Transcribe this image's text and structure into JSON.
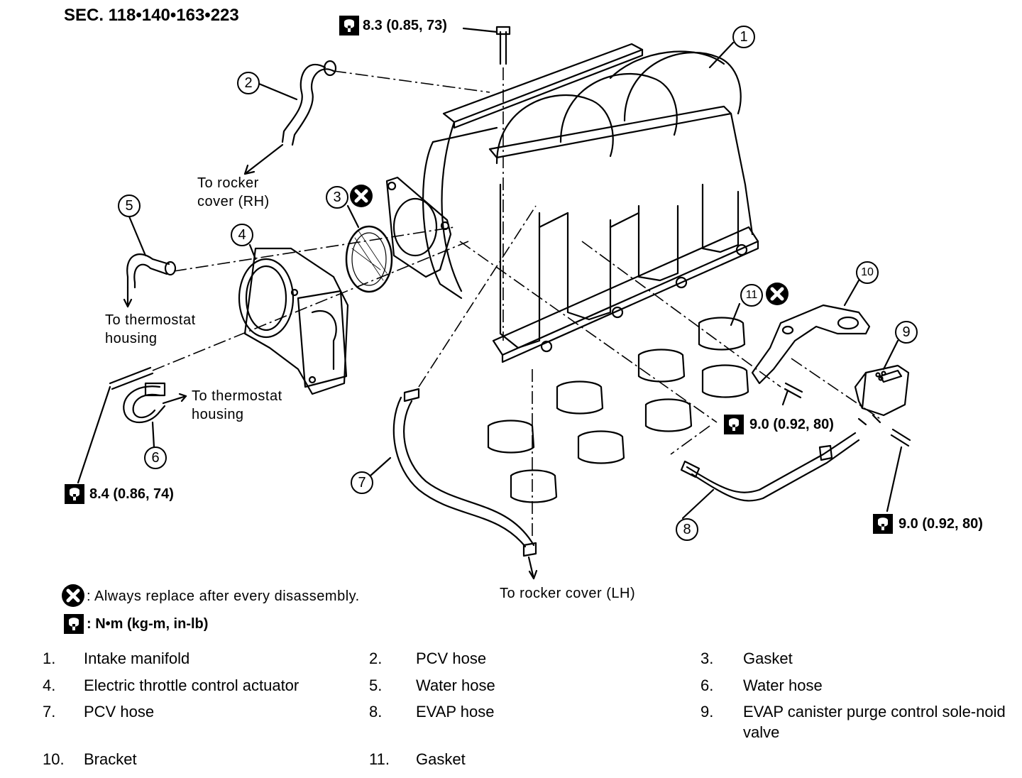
{
  "section_code": "SEC. 118•140•163•223",
  "callouts": {
    "c1": "1",
    "c2": "2",
    "c3": "3",
    "c4": "4",
    "c5": "5",
    "c6": "6",
    "c7": "7",
    "c8": "8",
    "c9": "9",
    "c10": "10",
    "c11": "11"
  },
  "torques": {
    "t_top": "8.3 (0.85, 73)",
    "t_left": "8.4 (0.86, 74)",
    "t_mid": "9.0 (0.92, 80)",
    "t_right": "9.0 (0.92, 80)"
  },
  "notes": {
    "rocker_rh_1": "To rocker",
    "rocker_rh_2": "cover (RH)",
    "thermo_a_1": "To thermostat",
    "thermo_a_2": "housing",
    "thermo_b_1": "To thermostat",
    "thermo_b_2": "housing",
    "rocker_lh": "To rocker cover (LH)"
  },
  "legend": {
    "replace_text": ": Always replace after every disassembly.",
    "torque_text": ": N•m (kg-m, in-lb)"
  },
  "parts": [
    {
      "num": "1.",
      "name": "Intake manifold"
    },
    {
      "num": "2.",
      "name": "PCV hose"
    },
    {
      "num": "3.",
      "name": "Gasket"
    },
    {
      "num": "4.",
      "name": "Electric throttle control actuator"
    },
    {
      "num": "5.",
      "name": "Water hose"
    },
    {
      "num": "6.",
      "name": "Water hose"
    },
    {
      "num": "7.",
      "name": "PCV hose"
    },
    {
      "num": "8.",
      "name": "EVAP hose"
    },
    {
      "num": "9.",
      "name": "EVAP canister purge control sole-noid valve"
    },
    {
      "num": "10.",
      "name": "Bracket"
    },
    {
      "num": "11.",
      "name": "Gasket"
    }
  ],
  "icons": {
    "torque": "torque-wrench-icon",
    "replace": "replace-x-icon"
  }
}
